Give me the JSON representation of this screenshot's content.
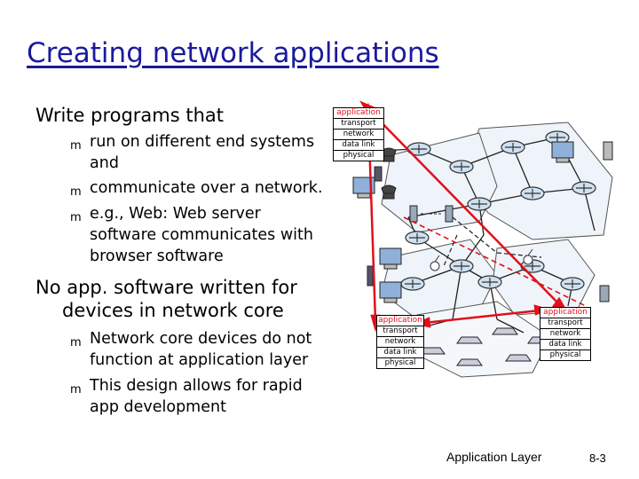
{
  "slide": {
    "title": "Creating network applications",
    "section1": {
      "heading": "Write programs that",
      "bullets": [
        {
          "line1": "run on different end systems",
          "line2": "and"
        },
        {
          "line1": "communicate over a network.",
          "line2": ""
        },
        {
          "line1": "e.g., Web: Web server",
          "line2": "software communicates with",
          "line3": "browser software"
        }
      ]
    },
    "section2": {
      "heading_line1": "No app. software written for",
      "heading_line2": "devices in network core",
      "bullets": [
        {
          "line1": "Network core devices do not",
          "line2": "function at application layer"
        },
        {
          "line1": "This design allows for rapid",
          "line2": "app development"
        }
      ]
    },
    "footer": {
      "label": "Application Layer",
      "page": "8-3"
    }
  },
  "stacks": {
    "top": [
      "application",
      "transport",
      "network",
      "data link",
      "physical"
    ],
    "left": [
      "application",
      "transport",
      "network",
      "data link",
      "physical"
    ],
    "right": [
      "application",
      "transport",
      "network",
      "data link",
      "physical"
    ]
  },
  "colors": {
    "title": "#1a1a9e",
    "arrow": "#e0101a",
    "app_layer": "#e0101a",
    "link": "#222222",
    "router": "#cfe0f0"
  }
}
